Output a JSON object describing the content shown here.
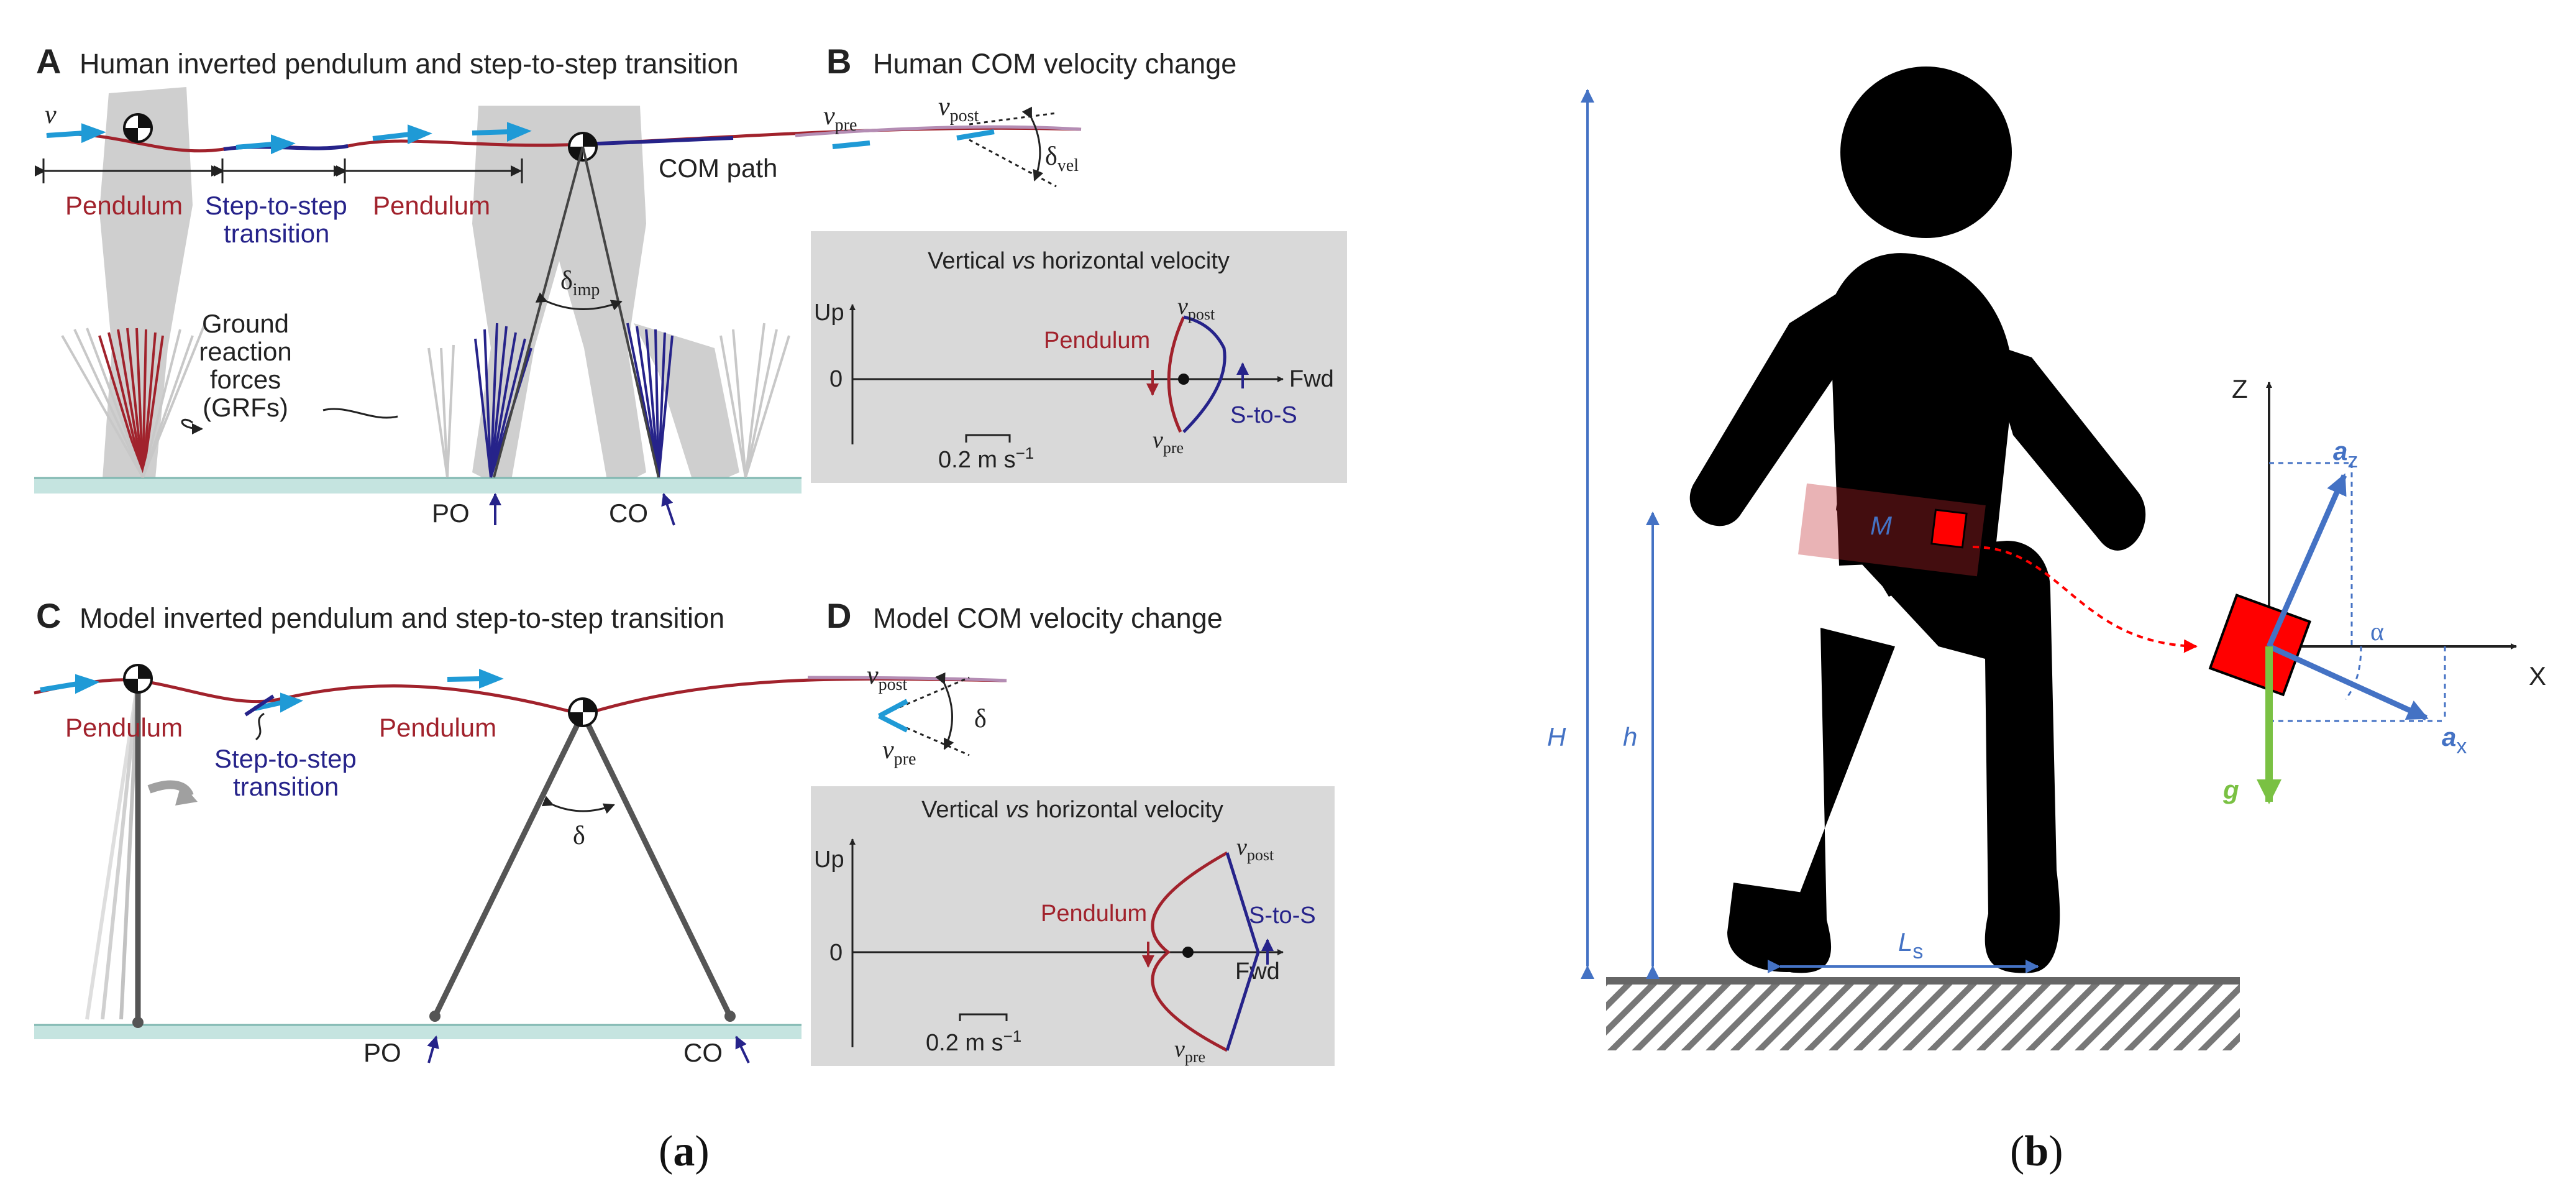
{
  "panel_a": {
    "A": {
      "letter": "A",
      "title": "Human inverted pendulum and step-to-step transition",
      "velocity": "v",
      "pendulum_1": "Pendulum",
      "step_1": "Step-to-step",
      "step_2": "transition",
      "pendulum_2": "Pendulum",
      "com_path": "COM path",
      "grf_1": "Ground",
      "grf_2": "reaction",
      "grf_3": "forces",
      "grf_4": "(GRFs)",
      "delta_imp": "δ",
      "delta_imp_sub": "imp",
      "po": "PO",
      "co": "CO"
    },
    "B": {
      "letter": "B",
      "title": "Human COM velocity change",
      "v_pre": "v",
      "v_pre_sub": "pre",
      "v_post": "v",
      "v_post_sub": "post",
      "delta_vel": "δ",
      "delta_vel_sub": "vel",
      "inset_title_1": "Vertical ",
      "inset_title_2": "vs",
      "inset_title_3": " horizontal velocity",
      "up": "Up",
      "zero": "0",
      "fwd": "Fwd",
      "pendulum": "Pendulum",
      "s_to_s": "S-to-S",
      "scale": "0.2 m s",
      "scale_exp": "−1",
      "inset_v_post": "v",
      "inset_v_post_sub": "post",
      "inset_v_pre": "v",
      "inset_v_pre_sub": "pre"
    },
    "C": {
      "letter": "C",
      "title": "Model inverted pendulum and step-to-step transition",
      "pendulum_1": "Pendulum",
      "step_1": "Step-to-step",
      "step_2": "transition",
      "pendulum_2": "Pendulum",
      "delta": "δ",
      "po": "PO",
      "co": "CO"
    },
    "D": {
      "letter": "D",
      "title": "Model COM velocity change",
      "v_post": "v",
      "v_post_sub": "post",
      "v_pre": "v",
      "v_pre_sub": "pre",
      "delta": "δ",
      "inset_title_1": "Vertical ",
      "inset_title_2": "vs",
      "inset_title_3": " horizontal velocity",
      "up": "Up",
      "zero": "0",
      "fwd": "Fwd",
      "pendulum": "Pendulum",
      "s_to_s": "S-to-S",
      "scale": "0.2 m s",
      "scale_exp": "−1",
      "inset_v_post": "v",
      "inset_v_post_sub": "post",
      "inset_v_pre": "v",
      "inset_v_pre_sub": "pre"
    }
  },
  "panel_b": {
    "H": "H",
    "h": "h",
    "M": "M",
    "Ls": "L",
    "Ls_sub": "s",
    "Z": "Z",
    "X": "X",
    "az": "a",
    "az_sub": "z",
    "ax": "a",
    "ax_sub": "x",
    "alpha": "α",
    "g": "g"
  },
  "captions": {
    "a_open": "(",
    "a": "a",
    "a_close": ")",
    "b_open": "(",
    "b": "b",
    "b_close": ")"
  },
  "colors": {
    "pendulum_red": "#a1222c",
    "transition_navy": "#26238a",
    "velocity_cyan": "#1f9ad6",
    "ground_teal": "#c5e4e0",
    "inset_gray": "#d9d9d9",
    "sensor_red": "#ff0000",
    "axis_blue": "#4472c4",
    "gravity_green": "#7ac143"
  }
}
